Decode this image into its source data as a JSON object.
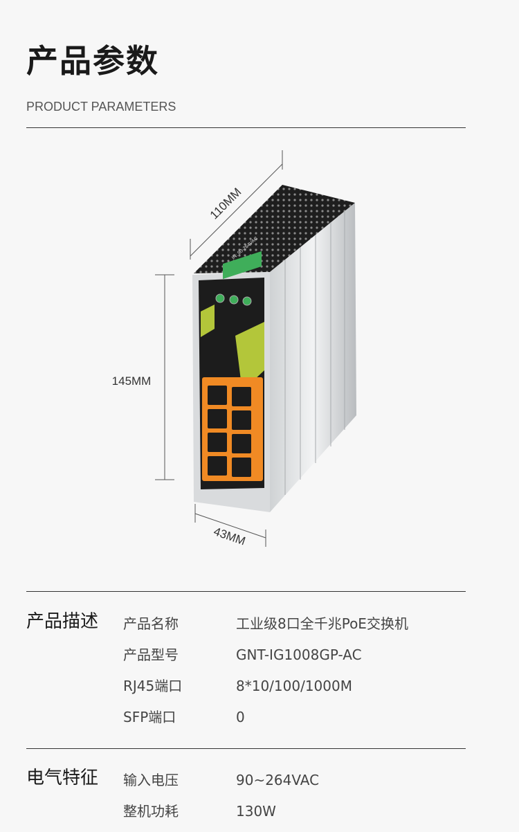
{
  "header": {
    "title": "产品参数",
    "subtitle": "PRODUCT PARAMETERS"
  },
  "dimensions": {
    "depth": "110MM",
    "height": "145MM",
    "width": "43MM"
  },
  "device_labels": {
    "power_terminal": "IN: 90-264VAC"
  },
  "sections": [
    {
      "label": "产品描述",
      "rows": [
        {
          "key": "产品名称",
          "value": "工业级8口全千兆PoE交换机"
        },
        {
          "key": "产品型号",
          "value": "GNT-IG1008GP-AC"
        },
        {
          "key": "RJ45端口",
          "value": "8*10/100/1000M"
        },
        {
          "key": "SFP端口",
          "value": "0"
        }
      ]
    },
    {
      "label": "电气特征",
      "rows": [
        {
          "key": "输入电压",
          "value": "90~264VAC"
        },
        {
          "key": "整机功耗",
          "value": "130W"
        }
      ]
    }
  ],
  "colors": {
    "accent_orange": "#f08a24",
    "accent_green": "#b3c63a",
    "terminal_green": "#3fae5a",
    "device_black": "#1c1c1c"
  }
}
